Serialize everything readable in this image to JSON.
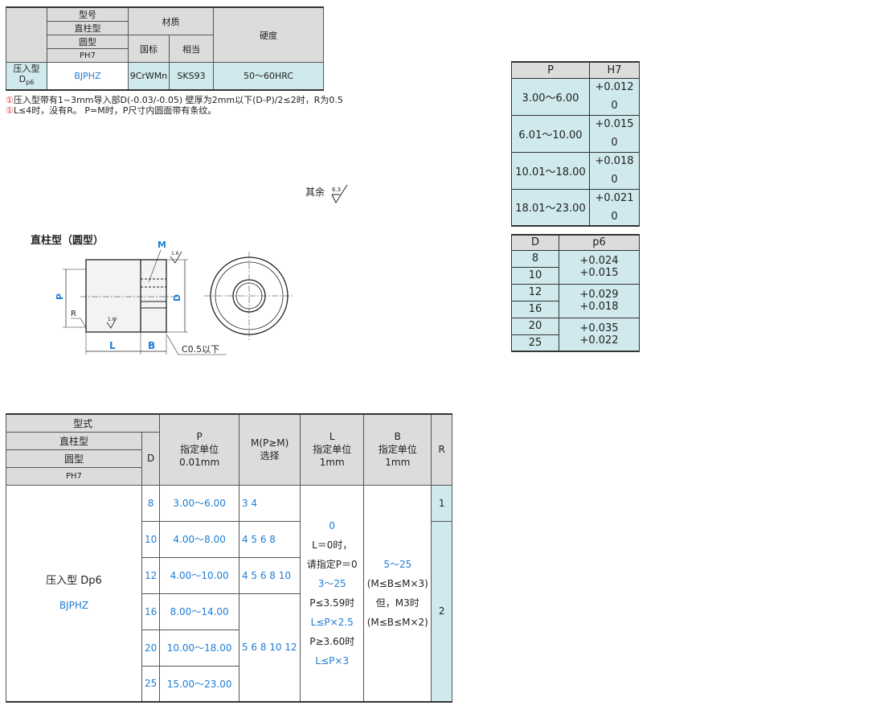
{
  "spec_table": {
    "header_model_lines": [
      "型号",
      "直柱型",
      "圆型",
      "PH7"
    ],
    "header_material": "材质",
    "header_national": "国标",
    "header_equivalent": "相当",
    "header_hardness": "硬度",
    "row_type_main": "压入型",
    "row_type_sub": "D",
    "row_type_sub_suffix": "p6",
    "row_code": "BJPHZ",
    "row_national": "9CrWMn",
    "row_equivalent": "SKS93",
    "row_hardness": "50～60HRC"
  },
  "notes": [
    {
      "mark": "①",
      "text": "压入型带有1~3mm导入部D(-0.03/-0.05)    壁厚为2mm以下(D-P)/2≤2时，R为0.5"
    },
    {
      "mark": "①",
      "text": "L≤4时，没有R。    P=M时，P尺寸内圆面带有条纹。"
    }
  ],
  "surface_note": {
    "label": "其余",
    "value": "6.3"
  },
  "drawing": {
    "title": "直柱型（圆型）",
    "label_m": "M",
    "label_p": "P",
    "label_d": "D",
    "label_r": "R",
    "label_l": "L",
    "label_b": "B",
    "chamfer_note": "C0.5以下",
    "roughness_top": "1.6",
    "roughness_inner": "1.6"
  },
  "tol_p": {
    "header_left": "P",
    "header_right": "H7",
    "rows": [
      {
        "range": "3.00～6.00",
        "upper": "+0.012",
        "lower": "0"
      },
      {
        "range": "6.01～10.00",
        "upper": "+0.015",
        "lower": "0"
      },
      {
        "range": "10.01～18.00",
        "upper": "+0.018",
        "lower": "0"
      },
      {
        "range": "18.01～23.00",
        "upper": "+0.021",
        "lower": "0"
      }
    ]
  },
  "tol_d": {
    "header_left": "D",
    "header_right": "p6",
    "groups": [
      {
        "d": [
          "8",
          "10"
        ],
        "upper": "+0.024",
        "lower": "+0.015"
      },
      {
        "d": [
          "12",
          "16"
        ],
        "upper": "+0.029",
        "lower": "+0.018"
      },
      {
        "d": [
          "20",
          "25"
        ],
        "upper": "+0.035",
        "lower": "+0.022"
      }
    ]
  },
  "main_table": {
    "h_type": "型式",
    "h_straight": "直柱型",
    "h_round": "圆型",
    "h_ph7": "PH7",
    "h_d": "D",
    "h_p_title": "P",
    "h_p_sub1": "指定单位",
    "h_p_sub2": "0.01mm",
    "h_m_title": "M(P≥M)",
    "h_m_sub": "选择",
    "h_l_title": "L",
    "h_l_sub1": "指定单位",
    "h_l_sub2": "1mm",
    "h_b_title": "B",
    "h_b_sub1": "指定单位",
    "h_b_sub2": "1mm",
    "h_r": "R",
    "type_name": "压入型 Dp6",
    "type_code": "BJPHZ",
    "rows": [
      {
        "d": "8",
        "p": "3.00～6.00"
      },
      {
        "d": "10",
        "p": "4.00～8.00"
      },
      {
        "d": "12",
        "p": "4.00～10.00"
      },
      {
        "d": "16",
        "p": "8.00～14.00"
      },
      {
        "d": "20",
        "p": "10.00～18.00"
      },
      {
        "d": "25",
        "p": "15.00～23.00"
      }
    ],
    "m_values": [
      "3 4",
      "4 5 6 8",
      "4 5 6 8 10",
      "5 6 8 10 12"
    ],
    "l_lines": [
      "0",
      "L＝0时，",
      "请指定P＝0",
      "3～25",
      "P≤3.59时",
      "L≤P×2.5",
      "P≥3.60时",
      "L≤P×3"
    ],
    "b_lines": [
      "5～25",
      "(M≤B≤M×3)",
      "但，M3时",
      "(M≤B≤M×2)"
    ],
    "r_values": [
      "1",
      "2"
    ]
  }
}
